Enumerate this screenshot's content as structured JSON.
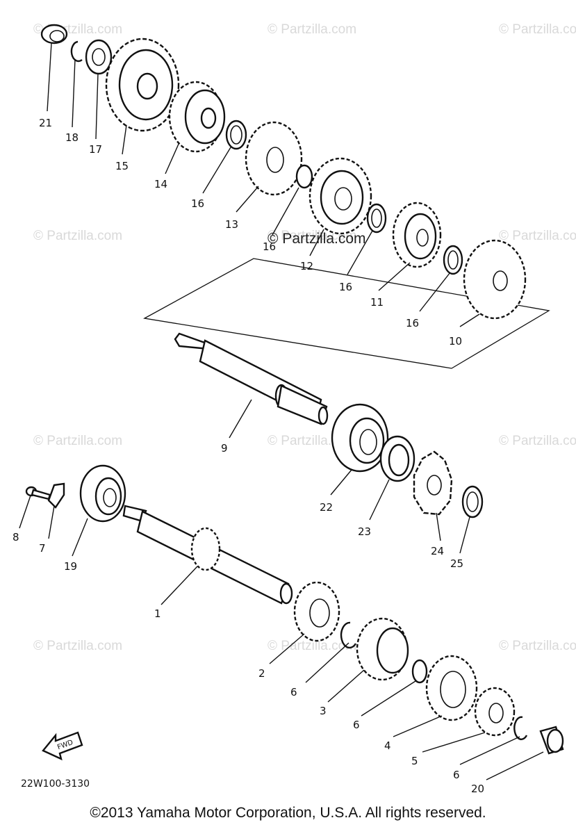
{
  "watermarks": [
    "© Partzilla.com",
    "© Partzilla.com",
    "© Partzilla.com",
    "© Partzilla.com",
    "© Partzilla.com",
    "© Partzilla.com",
    "© Partzilla.com",
    "© Partzilla.com",
    "© Partzilla.com",
    "© Partzilla.com",
    "© Partzilla.com",
    "© Partzilla.com"
  ],
  "center_watermark": "© Partzilla.com",
  "callouts": [
    "21",
    "18",
    "17",
    "15",
    "14",
    "16",
    "13",
    "16",
    "12",
    "16",
    "11",
    "16",
    "10",
    "9",
    "22",
    "23",
    "24",
    "25",
    "8",
    "7",
    "19",
    "1",
    "2",
    "6",
    "3",
    "6",
    "4",
    "5",
    "6",
    "20"
  ],
  "fwd_label": "FWD",
  "diagram_code": "22W100-3130",
  "copyright": "©2013 Yamaha Motor Corporation, U.S.A. All rights reserved."
}
